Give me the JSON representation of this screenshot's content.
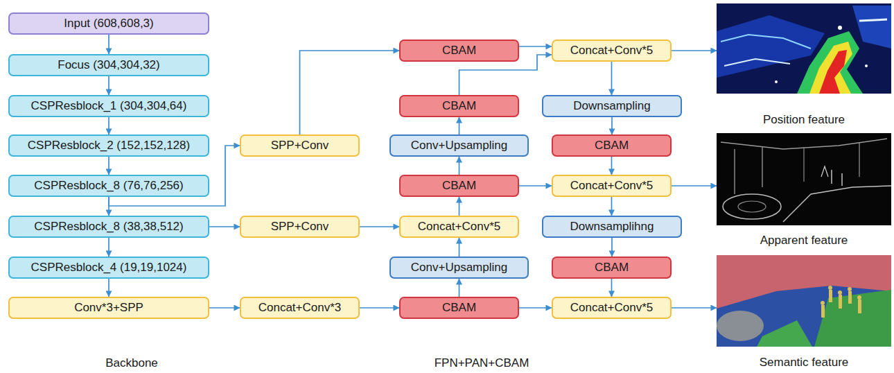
{
  "diagram": {
    "nodes": [
      {
        "text": [
          "Input (608,608,3)"
        ]
      },
      {
        "text": [
          "Focus (304,304,32)"
        ]
      },
      {
        "text": [
          "CSPResblock_1 (304,304,64)"
        ]
      },
      {
        "text": [
          "CSPResblock_2 (152,152,128)"
        ]
      },
      {
        "text": [
          "CSPResblock_8 (76,76,256)"
        ]
      },
      {
        "text": [
          "CSPResblock_8 (38,38,512)"
        ]
      },
      {
        "text": [
          "CSPResblock_4 (19,19,1024)"
        ]
      },
      {
        "text": [
          "Conv*3+SPP"
        ]
      },
      {
        "text": [
          "SPP+Conv"
        ]
      },
      {
        "text": [
          "SPP+Conv"
        ]
      },
      {
        "text": [
          "Concat+Conv*3"
        ]
      },
      {
        "text": [
          "CBAM"
        ]
      },
      {
        "text": [
          "CBAM"
        ]
      },
      {
        "text": [
          "Conv+Upsampling"
        ]
      },
      {
        "text": [
          "CBAM"
        ]
      },
      {
        "text": [
          "Concat+Conv*5"
        ]
      },
      {
        "text": [
          "Conv+Upsampling"
        ]
      },
      {
        "text": [
          "CBAM"
        ]
      },
      {
        "text": [
          "Concat+Conv*5"
        ]
      },
      {
        "text": [
          "Downsampling"
        ]
      },
      {
        "text": [
          "CBAM"
        ]
      },
      {
        "text": [
          "Concat+Conv*5"
        ]
      },
      {
        "text": [
          "Downsamplihng"
        ]
      },
      {
        "text": [
          "CBAM"
        ]
      },
      {
        "text": [
          "Concat+Conv*5"
        ]
      },
      {
        "text": [
          "Position feature"
        ]
      },
      {
        "text": [
          "Apparent feature"
        ]
      },
      {
        "text": [
          "Semantic feature"
        ]
      }
    ],
    "edges": [
      {
        "from": 0,
        "to": 1,
        "arrow": "to"
      },
      {
        "from": 1,
        "to": 2,
        "arrow": "to"
      },
      {
        "from": 2,
        "to": 3,
        "arrow": "to"
      },
      {
        "from": 3,
        "to": 4,
        "arrow": "to"
      },
      {
        "from": 4,
        "to": 5,
        "arrow": "to"
      },
      {
        "from": 5,
        "to": 6,
        "arrow": "to"
      },
      {
        "from": 6,
        "to": 7,
        "arrow": "to"
      },
      {
        "from": 4,
        "to": 8,
        "arrow": "to"
      },
      {
        "from": 5,
        "to": 9,
        "arrow": "to"
      },
      {
        "from": 7,
        "to": 10,
        "arrow": "to"
      },
      {
        "from": 8,
        "to": 11,
        "arrow": "to"
      },
      {
        "from": 9,
        "to": 15,
        "arrow": "to"
      },
      {
        "from": 10,
        "to": 17,
        "arrow": "to"
      },
      {
        "from": 17,
        "to": 16,
        "arrow": "to"
      },
      {
        "from": 16,
        "to": 15,
        "arrow": "to"
      },
      {
        "from": 15,
        "to": 14,
        "arrow": "to"
      },
      {
        "from": 14,
        "to": 13,
        "arrow": "to"
      },
      {
        "from": 13,
        "to": 12,
        "arrow": "to"
      },
      {
        "from": 12,
        "to": 18,
        "arrow": "to"
      },
      {
        "from": 11,
        "to": 18,
        "arrow": "to"
      },
      {
        "from": 18,
        "to": 19,
        "arrow": "to"
      },
      {
        "from": 19,
        "to": 20,
        "arrow": "to"
      },
      {
        "from": 20,
        "to": 21,
        "arrow": "to"
      },
      {
        "from": 14,
        "to": 21,
        "arrow": "to"
      },
      {
        "from": 21,
        "to": 22,
        "arrow": "to"
      },
      {
        "from": 22,
        "to": 23,
        "arrow": "to"
      },
      {
        "from": 23,
        "to": 24,
        "arrow": "to"
      },
      {
        "from": 17,
        "to": 24,
        "arrow": "to"
      },
      {
        "from": 18,
        "to": 25,
        "arrow": "to"
      },
      {
        "from": 21,
        "to": 26,
        "arrow": "to"
      },
      {
        "from": 24,
        "to": 27,
        "arrow": "to"
      }
    ],
    "labels": [
      "Backbone",
      "FPN+PAN+CBAM"
    ]
  }
}
